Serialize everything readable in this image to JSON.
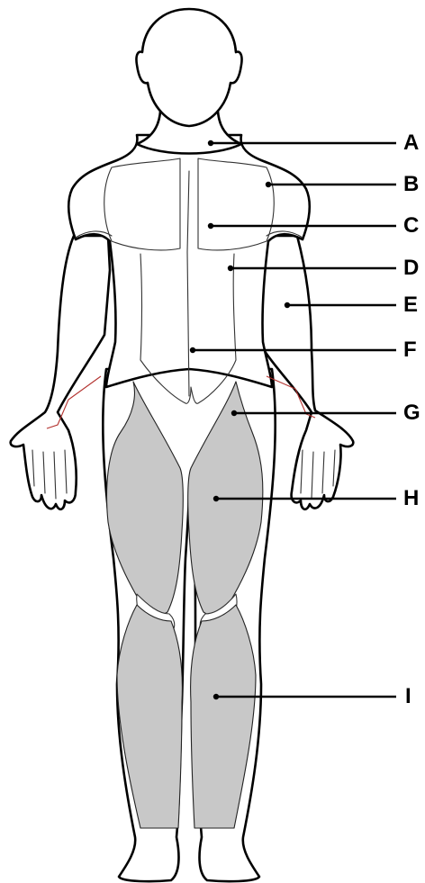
{
  "diagram": {
    "labels": [
      "A",
      "B",
      "C",
      "D",
      "E",
      "F",
      "G",
      "H",
      "I"
    ],
    "colors": {
      "outline": "#000000",
      "shaded_region": "#c8c8c8",
      "accent_line": "#b3322f",
      "background": "#ffffff"
    }
  }
}
